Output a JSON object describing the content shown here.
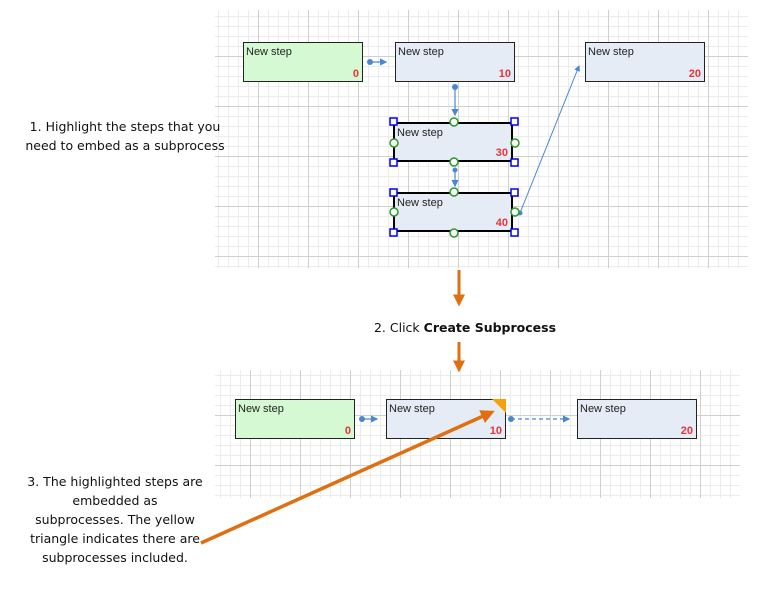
{
  "colors": {
    "start_fill": "#d5fad3",
    "step_fill": "#e6ecf6",
    "step_number": "#e8333a",
    "connector": "#4a86d4",
    "selection_handle": "#0000ee",
    "connection_point": "#2a9a2a",
    "annotation_arrow": "#e06f12",
    "subprocess_triangle": "#f5a00b"
  },
  "before": {
    "steps": [
      {
        "label": "New step",
        "number": "0",
        "type": "start",
        "selected": false
      },
      {
        "label": "New step",
        "number": "10",
        "type": "step",
        "selected": false
      },
      {
        "label": "New step",
        "number": "20",
        "type": "step",
        "selected": false
      },
      {
        "label": "New step",
        "number": "30",
        "type": "step",
        "selected": true
      },
      {
        "label": "New step",
        "number": "40",
        "type": "step",
        "selected": true
      }
    ]
  },
  "after": {
    "steps": [
      {
        "label": "New step",
        "number": "0",
        "type": "start"
      },
      {
        "label": "New step",
        "number": "10",
        "type": "step",
        "has_subprocess": true
      },
      {
        "label": "New step",
        "number": "20",
        "type": "step"
      }
    ]
  },
  "captions": {
    "step1": "1. Highlight the steps that you need to embed as a subprocess",
    "step2_prefix": "2. Click ",
    "step2_bold": "Create Subprocess",
    "step3": "3. The highlighted steps are embedded as subprocesses. The yellow triangle indicates there are subprocesses included."
  },
  "icons": {
    "connector_arrow": "arrow-right-icon",
    "selection_handle": "square-handle-icon",
    "connection_point": "circle-handle-icon",
    "subprocess_indicator": "yellow-triangle-icon"
  }
}
